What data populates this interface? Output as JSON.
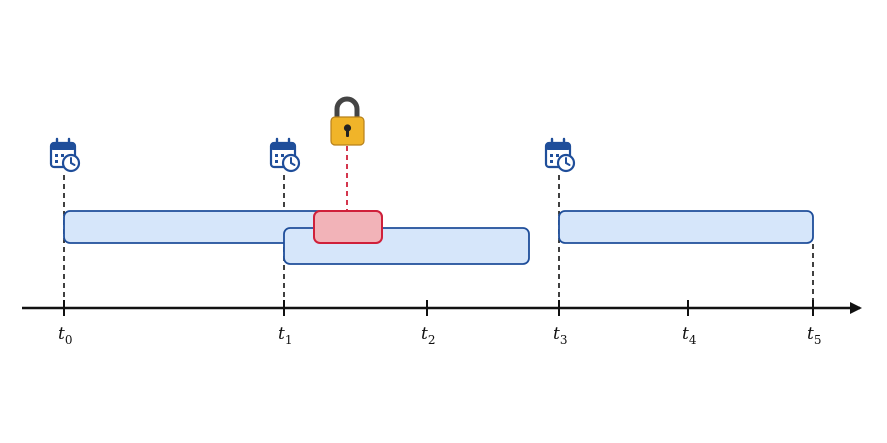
{
  "colors": {
    "axis": "#111111",
    "interval_fill": "#d6e6fa",
    "interval_stroke": "#1f4e9a",
    "conflict_fill": "#f2b3b8",
    "conflict_stroke": "#d0203a",
    "lock_line": "#d0203a",
    "lock_body": "#f0b429",
    "lock_shackle": "#444444",
    "calendar_icon": "#1f4e9a"
  },
  "timeline": {
    "ticks": [
      {
        "base": "t",
        "sub": "0"
      },
      {
        "base": "t",
        "sub": "1"
      },
      {
        "base": "t",
        "sub": "2"
      },
      {
        "base": "t",
        "sub": "3"
      },
      {
        "base": "t",
        "sub": "4"
      },
      {
        "base": "t",
        "sub": "5"
      }
    ]
  },
  "icons": {
    "calendar": "calendar-clock-icon",
    "lock": "padlock-icon"
  }
}
